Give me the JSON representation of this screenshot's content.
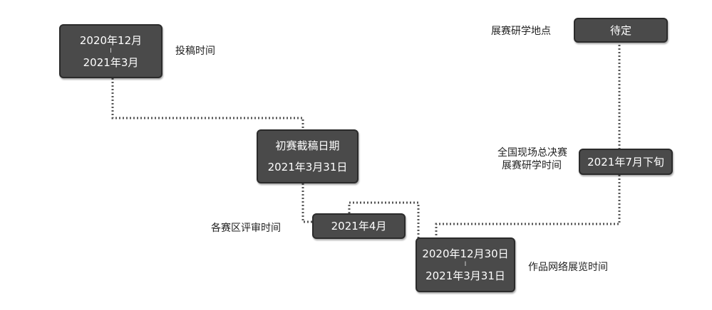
{
  "nodes": {
    "submission": {
      "line1": "2020年12月",
      "sep": "I",
      "line2": "2021年3月"
    },
    "prelim_deadline": {
      "line1": "初赛截稿日期",
      "line2": "2021年3月31日"
    },
    "review": {
      "text": "2021年4月"
    },
    "exhibition": {
      "line1": "2020年12月30日",
      "sep": "I",
      "line2": "2021年3月31日"
    },
    "final": {
      "text": "2021年7月下旬"
    },
    "location": {
      "text": "待定"
    }
  },
  "labels": {
    "submission": "投稿时间",
    "review": "各赛区评审时间",
    "exhibition": "作品网络展览时间",
    "final_line1": "全国现场总决赛",
    "final_line2": "展赛研学时间",
    "location": "展赛研学地点"
  },
  "colors": {
    "node_fill": "#4a4a4a",
    "node_border": "#2b2b2b",
    "connector": "#555555",
    "text_light": "#ffffff",
    "text_dark": "#222222"
  }
}
